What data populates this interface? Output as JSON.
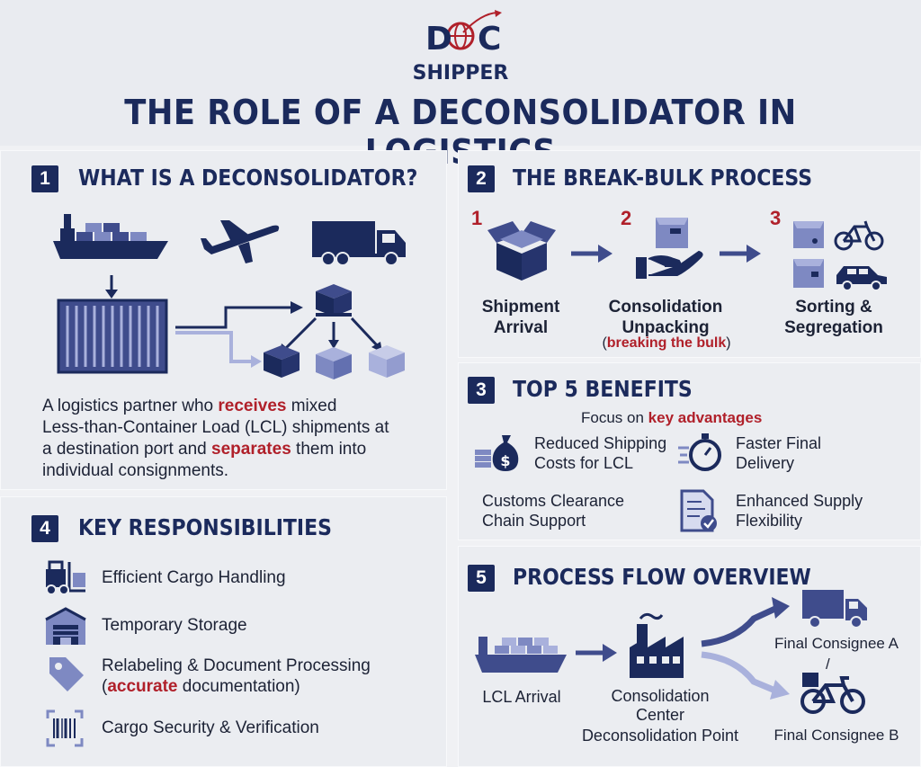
{
  "header": {
    "logo_top": "DOC",
    "logo_bottom": "SHIPPER",
    "title": "THE ROLE OF A DECONSOLIDATOR IN LOGISTICS"
  },
  "section1": {
    "number": "1",
    "title": "WHAT IS A DECONSOLIDATOR?",
    "desc_line1_pre": "A logistics partner who ",
    "desc_line1_hl": "receives",
    "desc_line1_post": " mixed",
    "desc_line2": "Less-than-Container Load (LCL) shipments at",
    "desc_line3_pre": "a destination port and ",
    "desc_line3_hl": "separates",
    "desc_line3_post": " them into",
    "desc_line4": "individual consignments."
  },
  "section2": {
    "number": "2",
    "title": "THE BREAK-BULK PROCESS",
    "steps": [
      {
        "num": "1",
        "line1": "Shipment",
        "line2": "Arrival"
      },
      {
        "num": "2",
        "line1": "Consolidation",
        "line2": "Unpacking",
        "note": "breaking the bulk"
      },
      {
        "num": "3",
        "line1": "Sorting &",
        "line2": "Segregation"
      }
    ]
  },
  "section3": {
    "number": "3",
    "title": "TOP 5 BENEFITS",
    "subtitle_pre": "Focus on ",
    "subtitle_hl": "key advantages",
    "benefits": [
      {
        "line1": "Reduced Shipping",
        "line2": "Costs for LCL"
      },
      {
        "line1": "Faster Final",
        "line2": "Delivery"
      },
      {
        "line1": "Customs Clearance",
        "line2": "Chain  Support"
      },
      {
        "line1": "Enhanced Supply",
        "line2": "Flexibility"
      }
    ]
  },
  "section4": {
    "number": "4",
    "title": "KEY RESPONSIBILITIES",
    "items": [
      {
        "label": "Efficient Cargo Handling"
      },
      {
        "label": "Temporary Storage"
      },
      {
        "label": "Relabeling & Document Processing",
        "note_pre": "(",
        "note_hl": "accurate",
        "note_post": " documentation)"
      },
      {
        "label": "Cargo Security & Verification"
      }
    ]
  },
  "section5": {
    "number": "5",
    "title": "PROCESS FLOW OVERVIEW",
    "lcl_arrival": "LCL Arrival",
    "center_line1": "Consolidation",
    "center_line2": "Center",
    "center_note": "Deconsolidation Point",
    "consignee_a": "Final Consignee A",
    "slash": "/",
    "consignee_b": "Final Consignee B"
  },
  "colors": {
    "navy": "#1b2a5c",
    "red": "#b0202a",
    "mid_blue": "#3f4c8c",
    "light_blue": "#7e89c2",
    "pale_blue": "#a9b1dc"
  }
}
